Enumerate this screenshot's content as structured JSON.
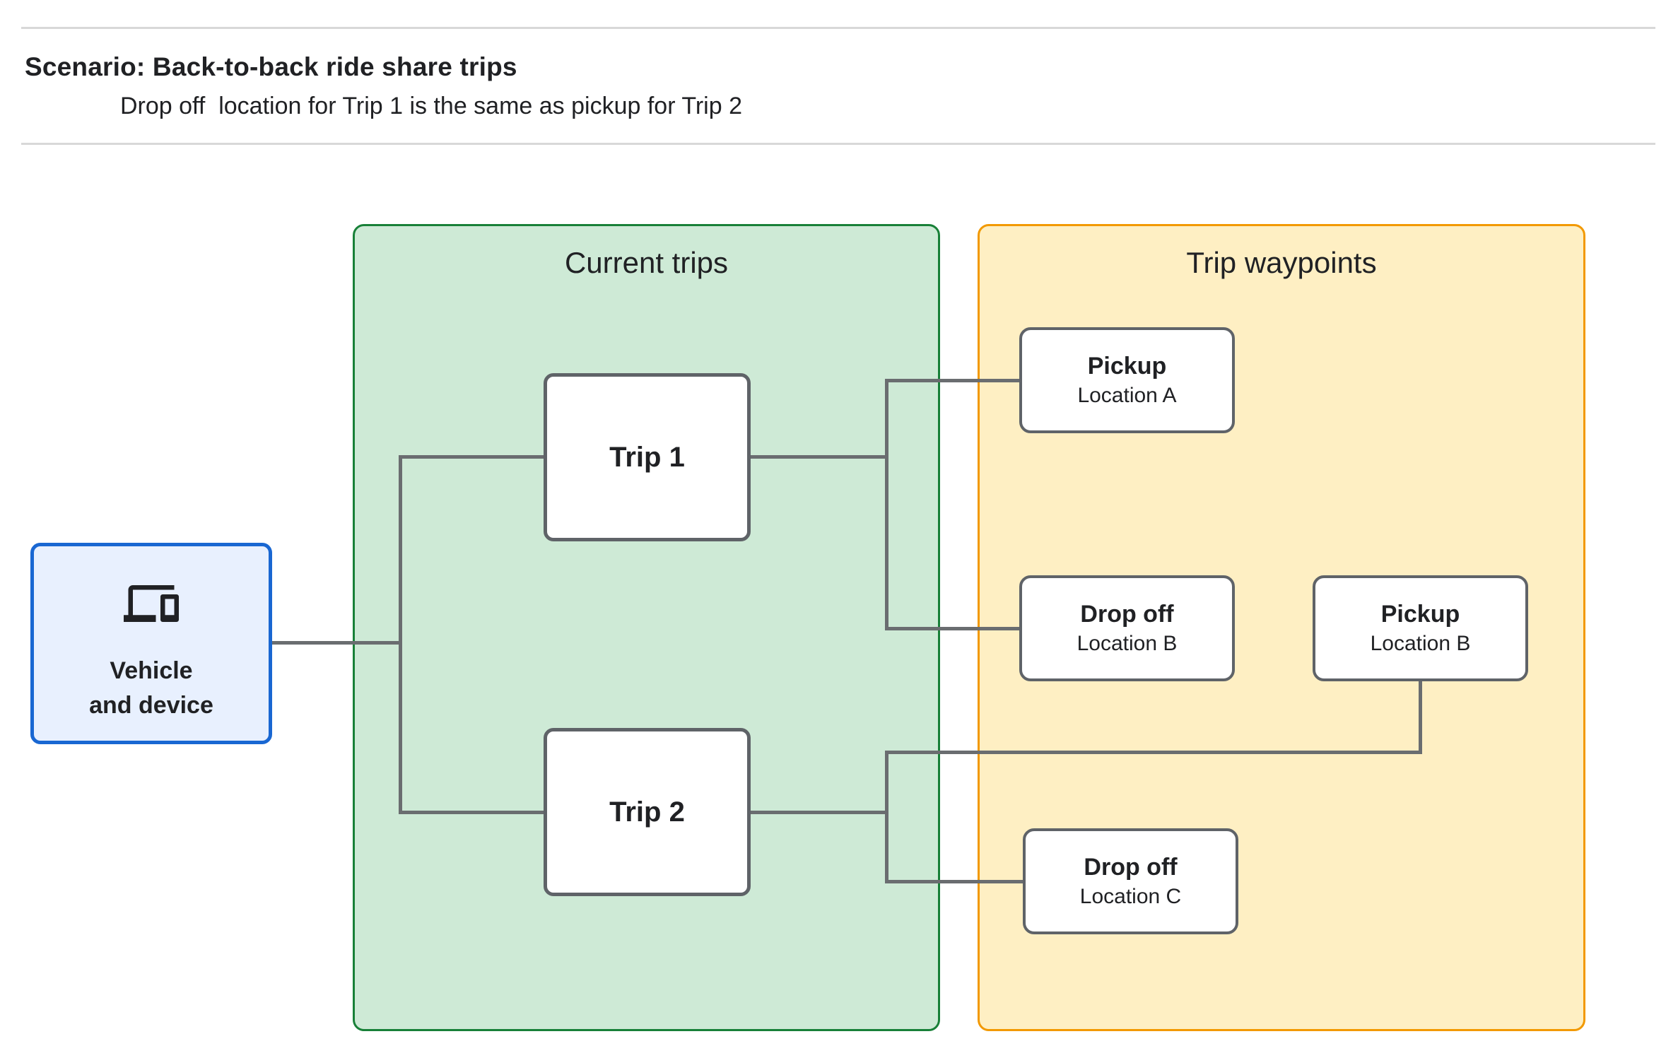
{
  "header": {
    "title": "Scenario: Back-to-back ride share trips",
    "subtitle": "Drop off  location for Trip 1 is the same as pickup for Trip 2"
  },
  "diagram": {
    "vehicle": {
      "icon": "devices-icon",
      "label_line1": "Vehicle",
      "label_line2": "and device"
    },
    "groups": {
      "current_trips": {
        "title": "Current trips"
      },
      "trip_waypoints": {
        "title": "Trip waypoints"
      }
    },
    "trips": [
      {
        "label": "Trip 1"
      },
      {
        "label": "Trip 2"
      }
    ],
    "waypoints": [
      {
        "title": "Pickup",
        "subtitle": "Location A"
      },
      {
        "title": "Drop off",
        "subtitle": "Location B"
      },
      {
        "title": "Pickup",
        "subtitle": "Location B"
      },
      {
        "title": "Drop off",
        "subtitle": "Location C"
      }
    ]
  },
  "colors": {
    "vehicle_fill": "#e8f0fe",
    "vehicle_border": "#1967d2",
    "trips_group_fill": "#ceead6",
    "trips_group_border": "#188038",
    "waypoints_group_fill": "#feefc3",
    "waypoints_group_border": "#f29900",
    "node_border": "#5f6368",
    "connector": "#6a6d70",
    "text": "#202124",
    "divider": "#d8d8d8"
  }
}
